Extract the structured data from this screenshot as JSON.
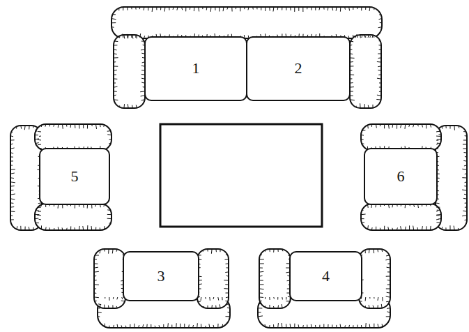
{
  "diagram": {
    "nodes": [
      {
        "text": [
          "1"
        ]
      },
      {
        "text": [
          "2"
        ]
      },
      {
        "text": [
          "5"
        ]
      },
      {
        "text": [
          "6"
        ]
      },
      {
        "text": [
          "3"
        ]
      },
      {
        "text": [
          "4"
        ]
      }
    ]
  }
}
